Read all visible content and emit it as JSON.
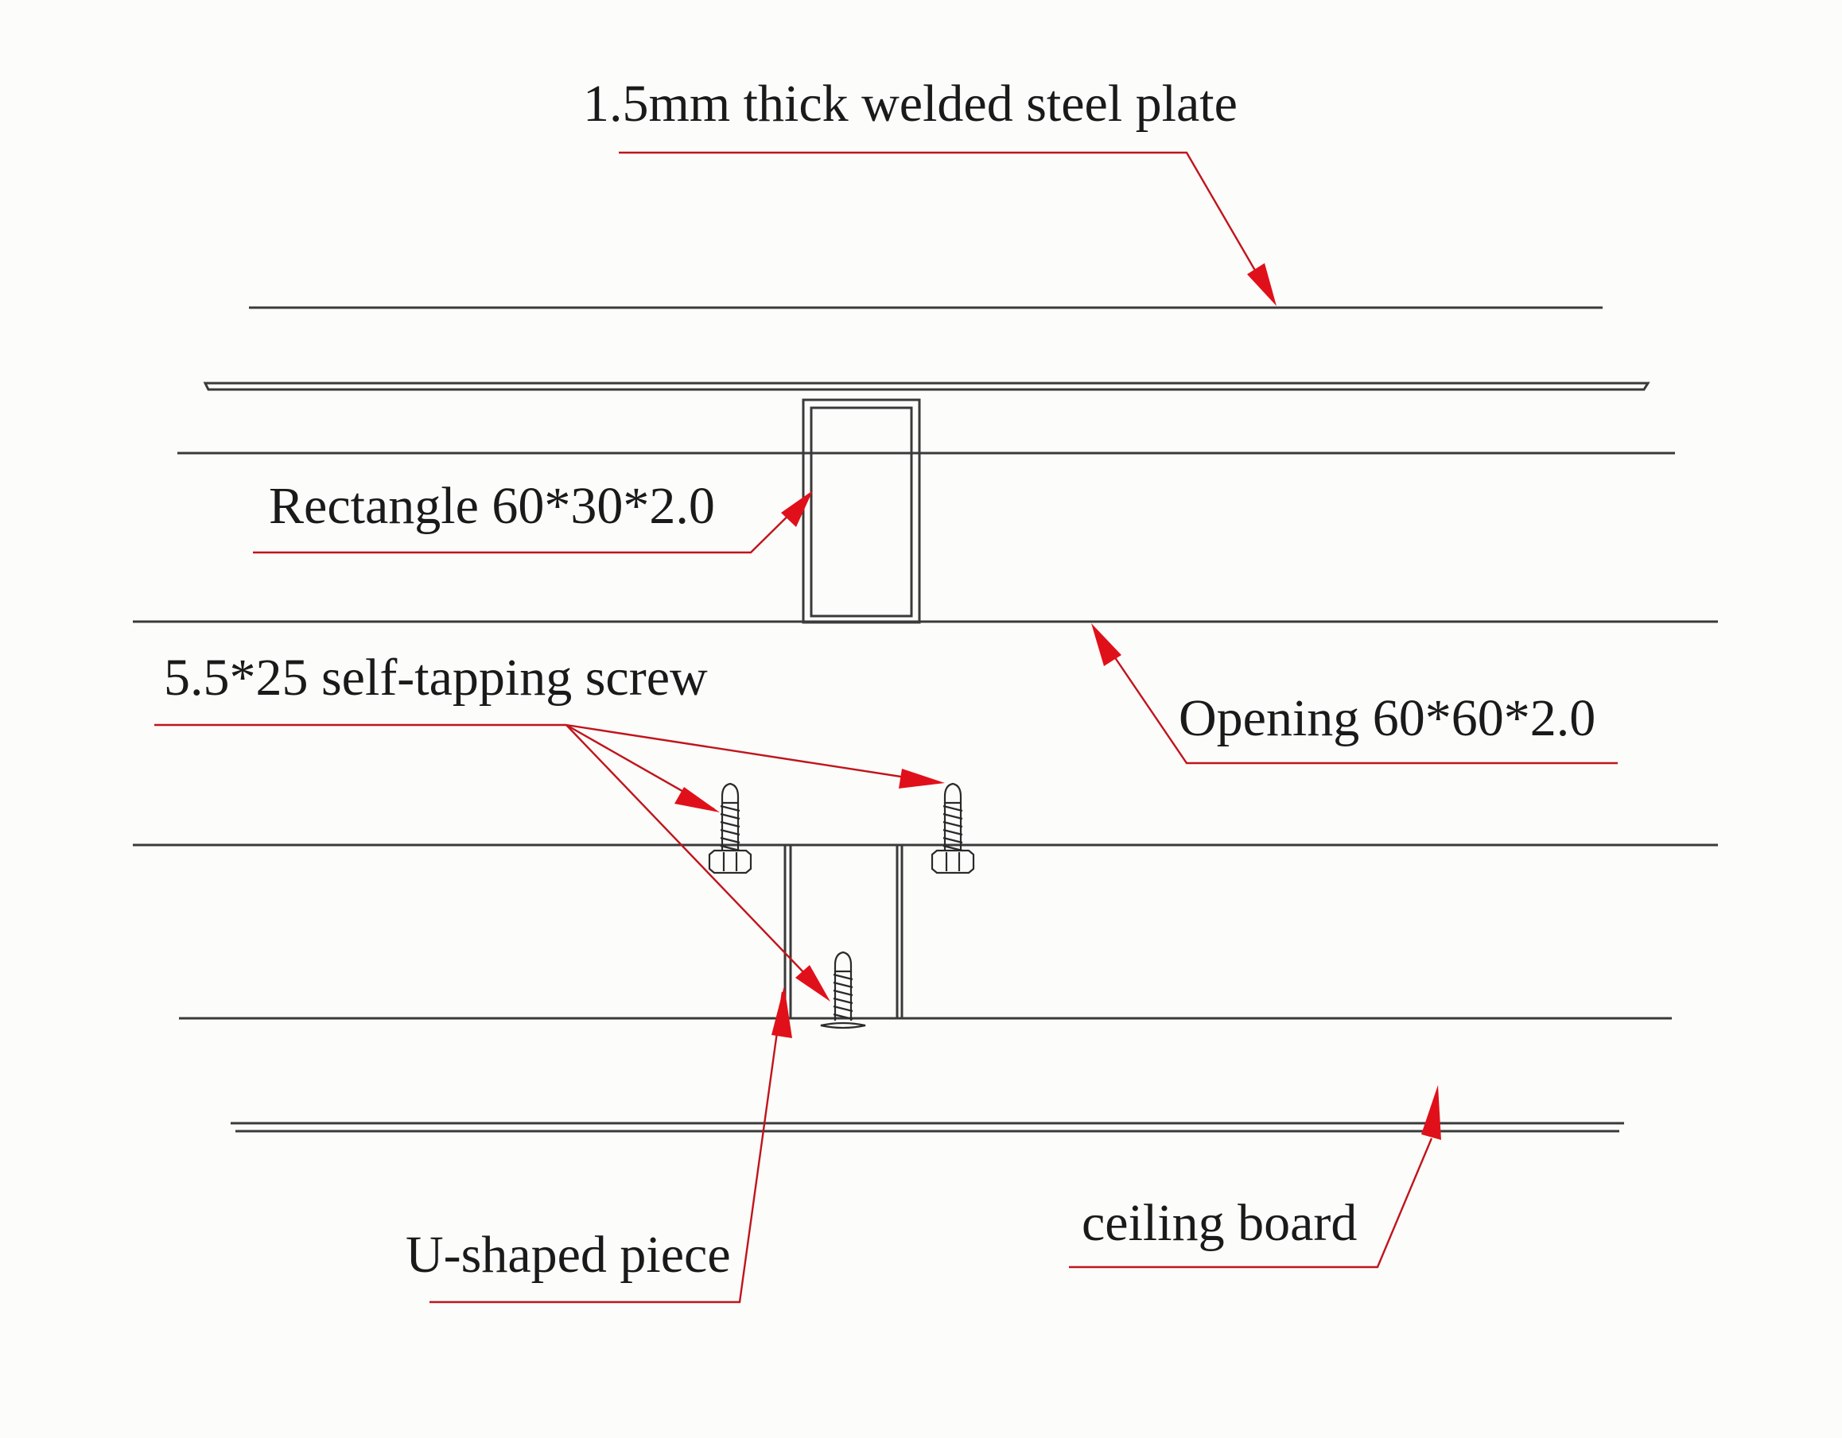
{
  "labels": {
    "steel_plate": "1.5mm thick welded steel plate",
    "rectangle": "Rectangle 60*30*2.0",
    "screw": "5.5*25 self-tapping screw",
    "opening": "Opening 60*60*2.0",
    "u_piece": "U-shaped piece",
    "ceiling": "ceiling board"
  },
  "colors": {
    "leader": "#c0141c",
    "arrowhead": "#e0101a",
    "structure": "#3a3a3a",
    "background": "#fcfcfa"
  }
}
